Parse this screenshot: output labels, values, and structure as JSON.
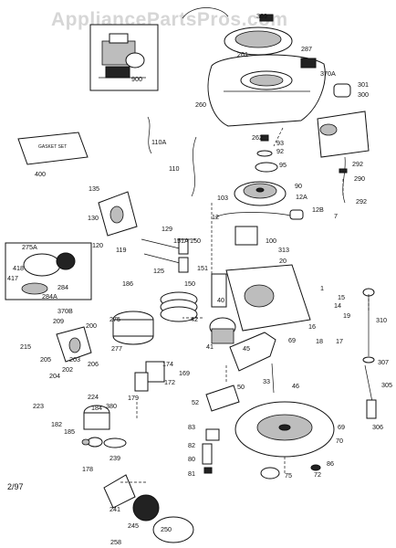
{
  "watermark": "AppliancePartsPros.com",
  "date_code": "2/97",
  "gasket_set_label": "GASKET SET",
  "callouts": [
    {
      "id": "900",
      "label": "900"
    },
    {
      "id": "369",
      "label": "369"
    },
    {
      "id": "261",
      "label": "261"
    },
    {
      "id": "287",
      "label": "287"
    },
    {
      "id": "370A",
      "label": "370A"
    },
    {
      "id": "301",
      "label": "301"
    },
    {
      "id": "300",
      "label": "300"
    },
    {
      "id": "260",
      "label": "260"
    },
    {
      "id": "400",
      "label": "400"
    },
    {
      "id": "110A",
      "label": "110A"
    },
    {
      "id": "262",
      "label": "262"
    },
    {
      "id": "93",
      "label": "93"
    },
    {
      "id": "92",
      "label": "92"
    },
    {
      "id": "95",
      "label": "95"
    },
    {
      "id": "292a",
      "label": "292"
    },
    {
      "id": "290",
      "label": "290"
    },
    {
      "id": "292b",
      "label": "292"
    },
    {
      "id": "110",
      "label": "110"
    },
    {
      "id": "90",
      "label": "90"
    },
    {
      "id": "135",
      "label": "135"
    },
    {
      "id": "103",
      "label": "103"
    },
    {
      "id": "12A",
      "label": "12A"
    },
    {
      "id": "12B",
      "label": "12B"
    },
    {
      "id": "7",
      "label": "7"
    },
    {
      "id": "12",
      "label": "12"
    },
    {
      "id": "130",
      "label": "130"
    },
    {
      "id": "120",
      "label": "120"
    },
    {
      "id": "129",
      "label": "129"
    },
    {
      "id": "151A",
      "label": "151A"
    },
    {
      "id": "150a",
      "label": "150"
    },
    {
      "id": "100",
      "label": "100"
    },
    {
      "id": "313",
      "label": "313"
    },
    {
      "id": "20",
      "label": "20"
    },
    {
      "id": "119",
      "label": "119"
    },
    {
      "id": "125",
      "label": "125"
    },
    {
      "id": "275A",
      "label": "275A"
    },
    {
      "id": "418",
      "label": "418"
    },
    {
      "id": "417",
      "label": "417"
    },
    {
      "id": "284",
      "label": "284"
    },
    {
      "id": "284A",
      "label": "284A"
    },
    {
      "id": "151",
      "label": "151"
    },
    {
      "id": "186",
      "label": "186"
    },
    {
      "id": "150b",
      "label": "150"
    },
    {
      "id": "1",
      "label": "1"
    },
    {
      "id": "15",
      "label": "15"
    },
    {
      "id": "14",
      "label": "14"
    },
    {
      "id": "19",
      "label": "19"
    },
    {
      "id": "310",
      "label": "310"
    },
    {
      "id": "40",
      "label": "40"
    },
    {
      "id": "275",
      "label": "275"
    },
    {
      "id": "42",
      "label": "42"
    },
    {
      "id": "209",
      "label": "209"
    },
    {
      "id": "200",
      "label": "200"
    },
    {
      "id": "370B",
      "label": "370B"
    },
    {
      "id": "16",
      "label": "16"
    },
    {
      "id": "18",
      "label": "18"
    },
    {
      "id": "17",
      "label": "17"
    },
    {
      "id": "215",
      "label": "215"
    },
    {
      "id": "205",
      "label": "205"
    },
    {
      "id": "203",
      "label": "203"
    },
    {
      "id": "202",
      "label": "202"
    },
    {
      "id": "206",
      "label": "206"
    },
    {
      "id": "204",
      "label": "204"
    },
    {
      "id": "277",
      "label": "277"
    },
    {
      "id": "41",
      "label": "41"
    },
    {
      "id": "45",
      "label": "45"
    },
    {
      "id": "69",
      "label": "69"
    },
    {
      "id": "307",
      "label": "307"
    },
    {
      "id": "174",
      "label": "174"
    },
    {
      "id": "169",
      "label": "169"
    },
    {
      "id": "172",
      "label": "172"
    },
    {
      "id": "179",
      "label": "179"
    },
    {
      "id": "33",
      "label": "33"
    },
    {
      "id": "46",
      "label": "46"
    },
    {
      "id": "305",
      "label": "305"
    },
    {
      "id": "224",
      "label": "224"
    },
    {
      "id": "223",
      "label": "223"
    },
    {
      "id": "380",
      "label": "380"
    },
    {
      "id": "182",
      "label": "182"
    },
    {
      "id": "185",
      "label": "185"
    },
    {
      "id": "184",
      "label": "184"
    },
    {
      "id": "52",
      "label": "52"
    },
    {
      "id": "50",
      "label": "50"
    },
    {
      "id": "306",
      "label": "306"
    },
    {
      "id": "83",
      "label": "83"
    },
    {
      "id": "69b",
      "label": "69"
    },
    {
      "id": "70",
      "label": "70"
    },
    {
      "id": "239",
      "label": "239"
    },
    {
      "id": "178",
      "label": "178"
    },
    {
      "id": "82",
      "label": "82"
    },
    {
      "id": "80",
      "label": "80"
    },
    {
      "id": "86",
      "label": "86"
    },
    {
      "id": "81",
      "label": "81"
    },
    {
      "id": "75",
      "label": "75"
    },
    {
      "id": "72",
      "label": "72"
    },
    {
      "id": "241",
      "label": "241"
    },
    {
      "id": "245",
      "label": "245"
    },
    {
      "id": "250",
      "label": "250"
    },
    {
      "id": "258",
      "label": "258"
    }
  ]
}
